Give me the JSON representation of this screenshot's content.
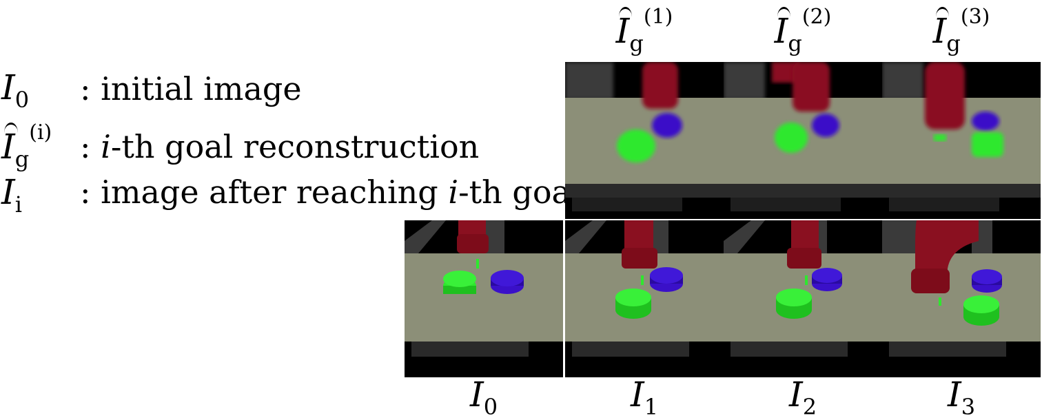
{
  "legend": [
    {
      "symbol": "I",
      "sub": "0",
      "sup": "",
      "hat": false,
      "desc_pre": ": initial image",
      "desc_it": "",
      "desc_post": ""
    },
    {
      "symbol": "I",
      "sub": "g",
      "sup": "(i)",
      "hat": true,
      "desc_pre": ": ",
      "desc_it": "i",
      "desc_post": "-th goal reconstruction"
    },
    {
      "symbol": "I",
      "sub": "i",
      "sup": "",
      "hat": false,
      "desc_pre": ": image after reaching ",
      "desc_it": "i",
      "desc_post": "-th goal"
    }
  ],
  "top_labels": [
    {
      "base": "I",
      "sub": "g",
      "sup": "(1)"
    },
    {
      "base": "I",
      "sub": "g",
      "sup": "(2)"
    },
    {
      "base": "I",
      "sub": "g",
      "sup": "(3)"
    }
  ],
  "bottom_labels": [
    {
      "base": "I",
      "sub": "0"
    },
    {
      "base": "I",
      "sub": "1"
    },
    {
      "base": "I",
      "sub": "2"
    },
    {
      "base": "I",
      "sub": "3"
    }
  ],
  "colors": {
    "table": "#8c8f78",
    "robot": "#8a1020",
    "green_puck": "#2ee82e",
    "blue_puck": "#3a10c8",
    "background": "#000000",
    "wall": "#3a3a3a"
  }
}
